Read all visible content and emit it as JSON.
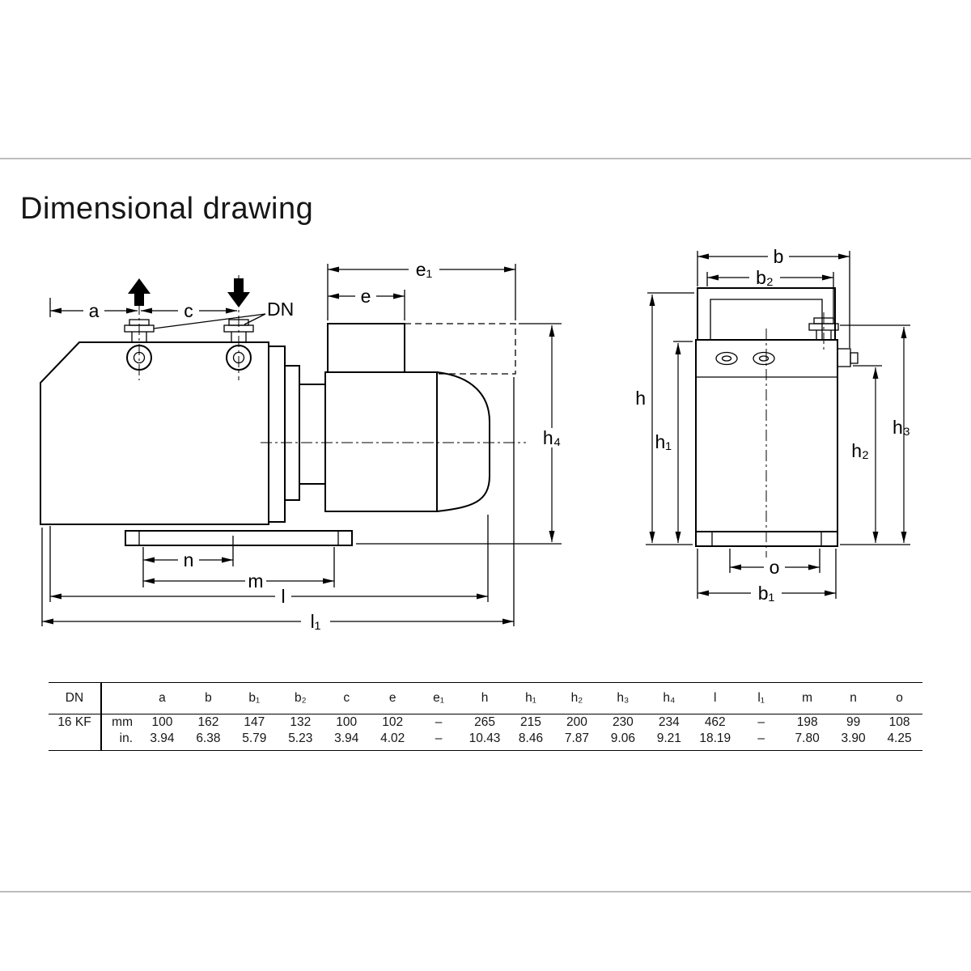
{
  "page": {
    "title": "Dimensional drawing"
  },
  "drawing": {
    "labels": {
      "a": "a",
      "c": "c",
      "dn": "DN",
      "e": "e",
      "e1": "e₁",
      "h4": "h₄",
      "n": "n",
      "m": "m",
      "l": "l",
      "l1": "l₁",
      "b": "b",
      "b2": "b₂",
      "h": "h",
      "h1": "h₁",
      "h2": "h₂",
      "h3": "h₃",
      "o": "o",
      "b1": "b₁"
    }
  },
  "table": {
    "col_dn": "DN",
    "headers": [
      "a",
      "b",
      "b₁",
      "b₂",
      "c",
      "e",
      "e₁",
      "h",
      "h₁",
      "h₂",
      "h₃",
      "h₄",
      "l",
      "l₁",
      "m",
      "n",
      "o"
    ],
    "rows": [
      {
        "dn": "16 KF",
        "unit": "mm",
        "values": [
          "100",
          "162",
          "147",
          "132",
          "100",
          "102",
          "–",
          "265",
          "215",
          "200",
          "230",
          "234",
          "462",
          "–",
          "198",
          "99",
          "108"
        ]
      },
      {
        "dn": "",
        "unit": "in.",
        "values": [
          "3.94",
          "6.38",
          "5.79",
          "5.23",
          "3.94",
          "4.02",
          "–",
          "10.43",
          "8.46",
          "7.87",
          "9.06",
          "9.21",
          "18.19",
          "–",
          "7.80",
          "3.90",
          "4.25"
        ]
      }
    ]
  }
}
